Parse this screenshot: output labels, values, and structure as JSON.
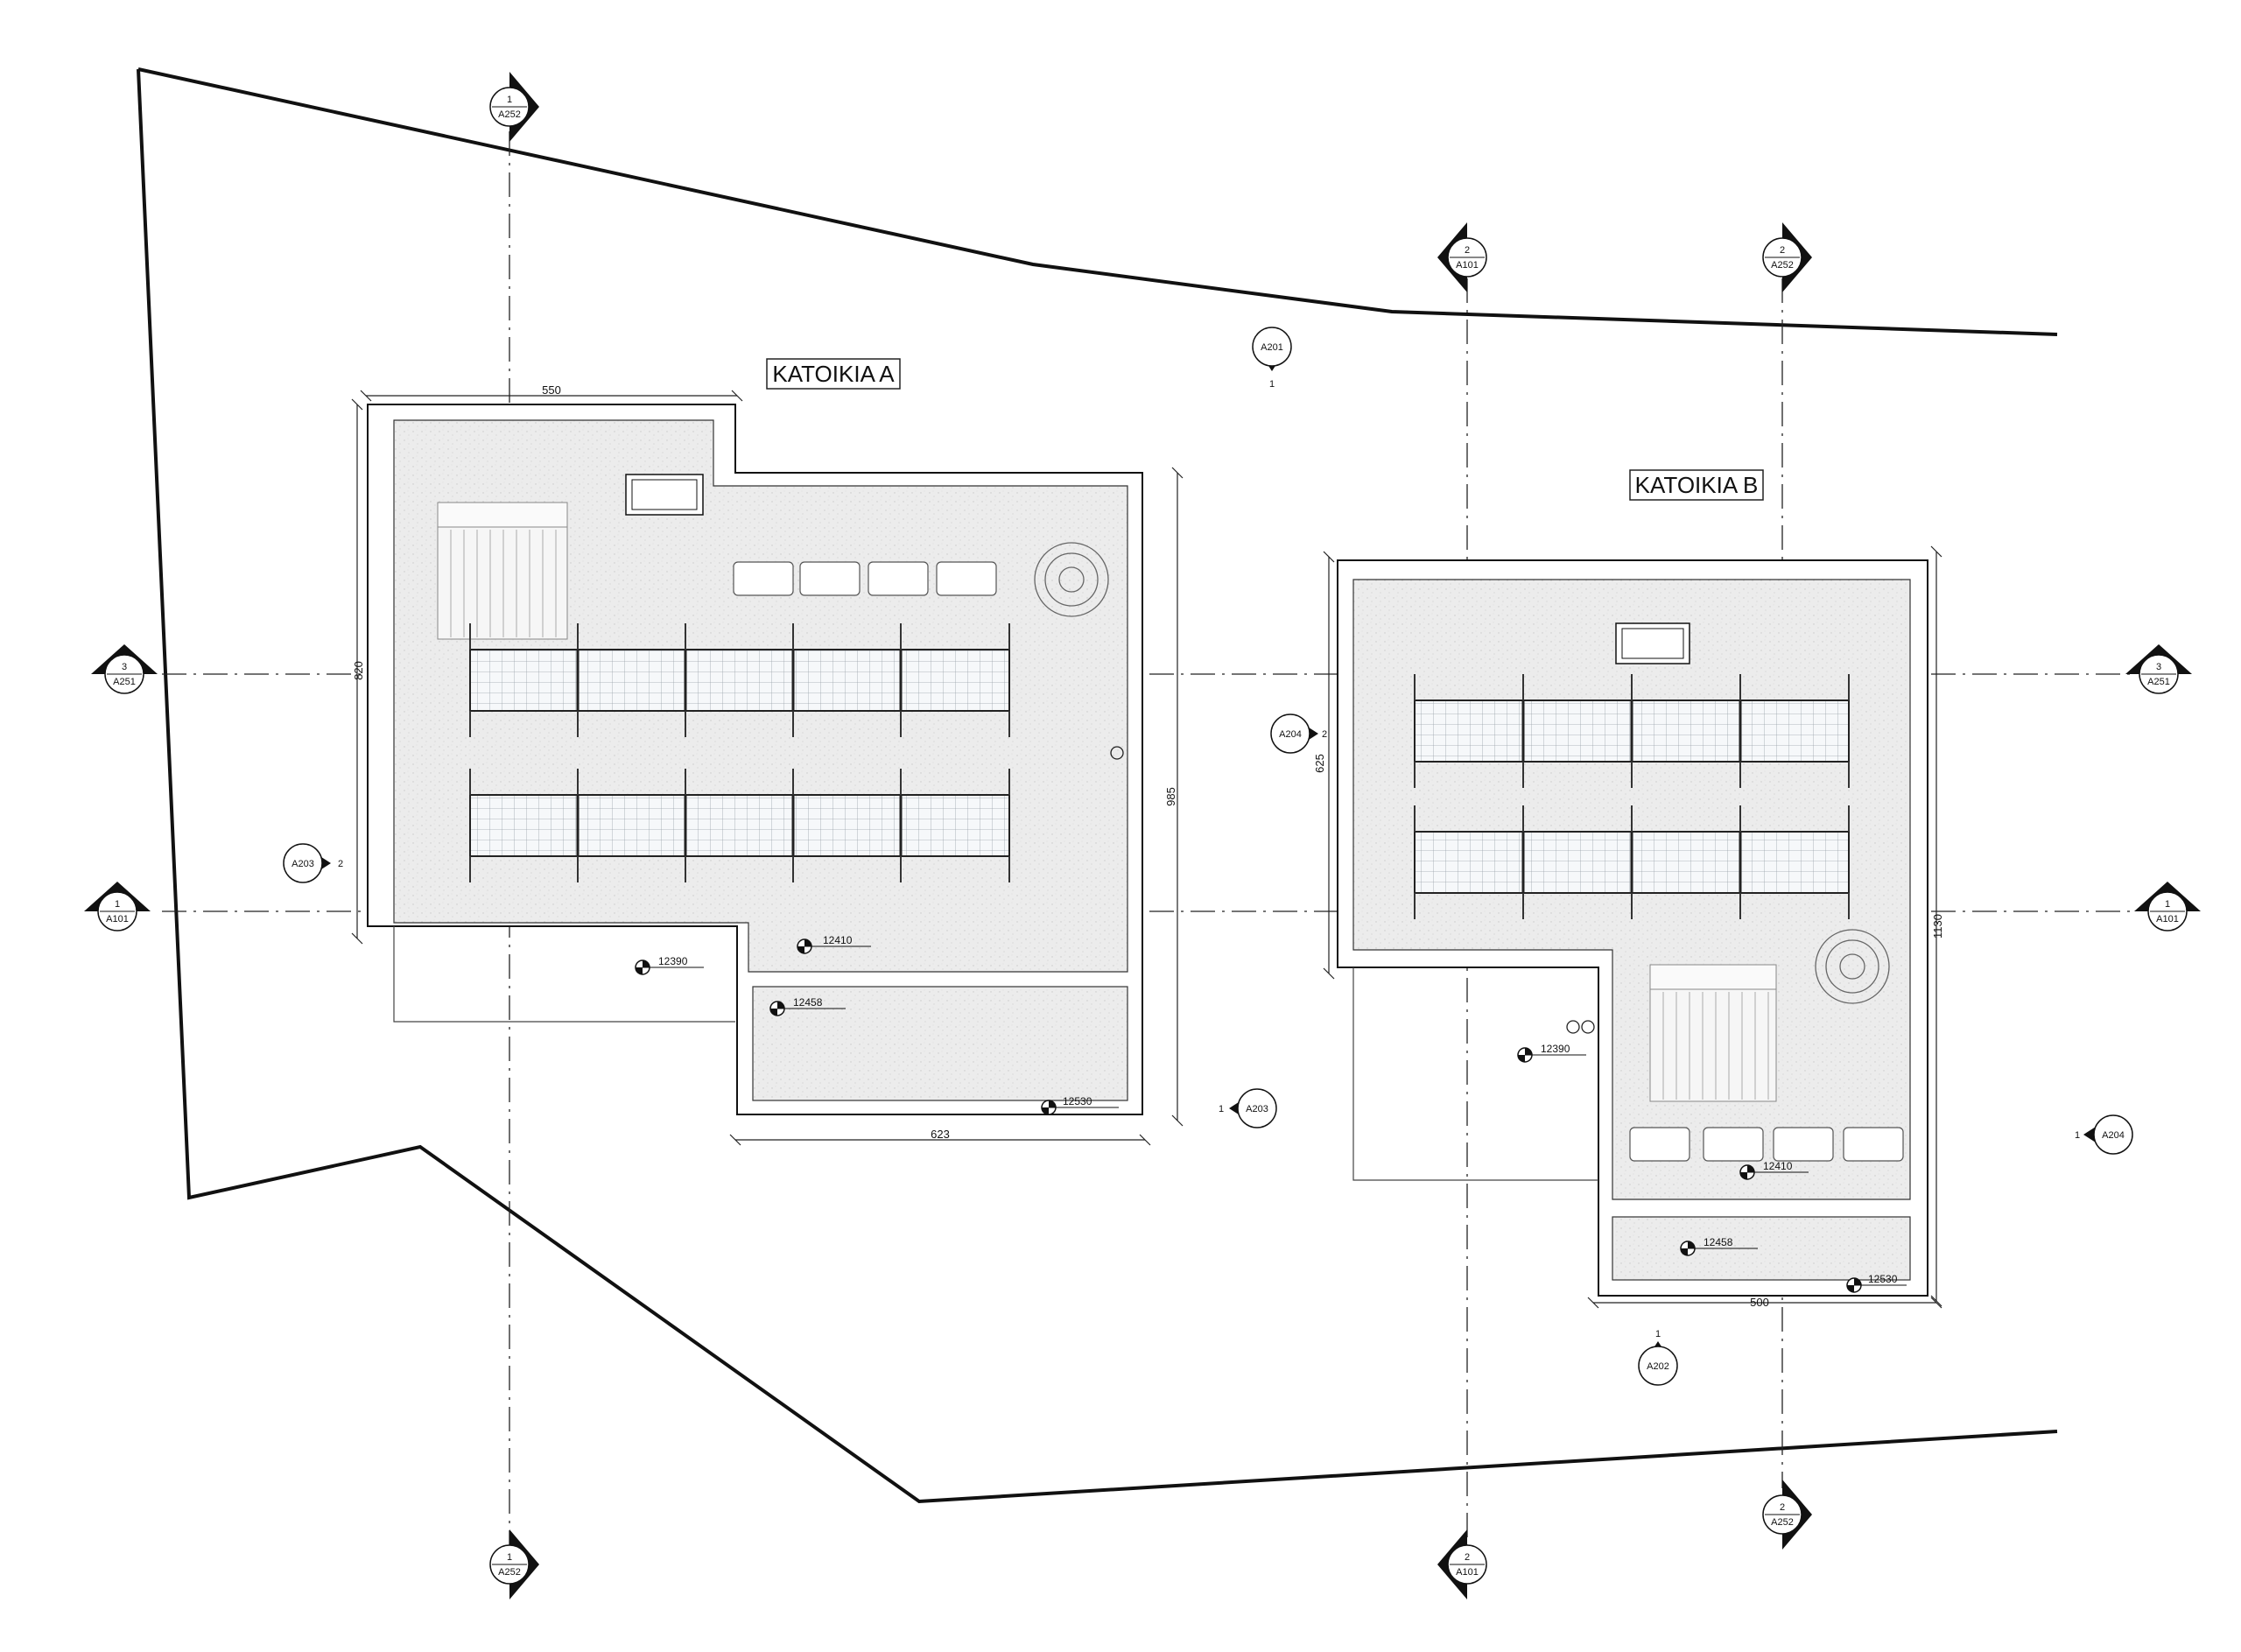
{
  "buildings": {
    "a": {
      "title": "KATOIKIA A",
      "dim_top": "550",
      "dim_left": "820",
      "dim_right": "985",
      "dim_bottom": "623",
      "lvl_1": "12410",
      "lvl_2": "12390",
      "lvl_3": "12458",
      "lvl_4": "12530"
    },
    "b": {
      "title": "KATOIKIA B",
      "dim_left": "625",
      "dim_right": "1130",
      "dim_bottom": "500",
      "lvl_1": "12390",
      "lvl_2": "12410",
      "lvl_3": "12458",
      "lvl_4": "12530"
    }
  },
  "section_marks": {
    "s1_num": "1",
    "s1_ref": "A252",
    "s2_num": "2",
    "s2_ref": "A101",
    "s3_num": "2",
    "s3_ref": "A252",
    "s4_num": "3",
    "s4_ref": "A251",
    "s5_num": "1",
    "s5_ref": "A101"
  },
  "elevation_tags": {
    "a201_ref": "A201",
    "a201_num": "1",
    "a203_left_ref": "A203",
    "a203_left_num": "2",
    "a203_right_ref": "A203",
    "a203_right_num": "1",
    "a204_left_ref": "A204",
    "a204_left_num": "2",
    "a204_right_ref": "A204",
    "a204_right_num": "1",
    "a202_ref": "A202",
    "a202_num": "1"
  },
  "colors": {
    "line": "#111111",
    "roof_fill": "#e9e9e9",
    "panel_fill": "#f4f6f8",
    "grid": "#8a9098"
  }
}
